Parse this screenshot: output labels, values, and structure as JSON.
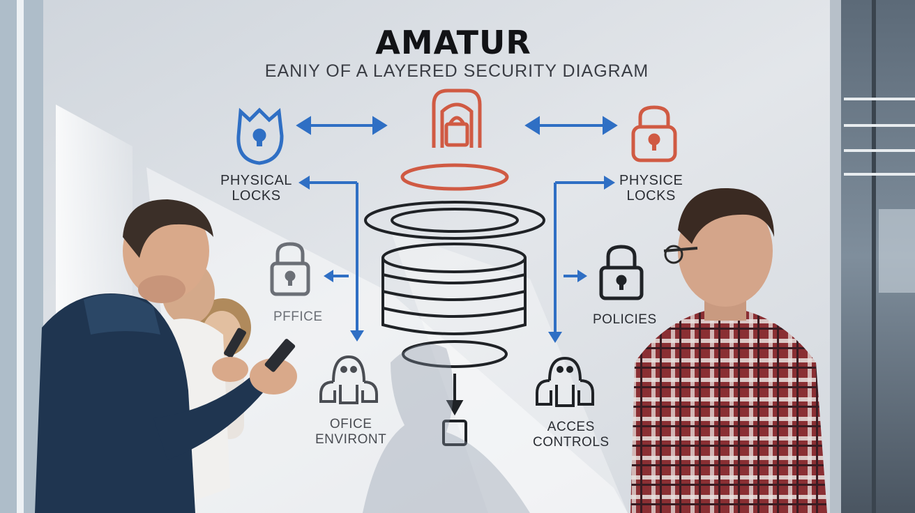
{
  "wall": {
    "title": "AMATUR",
    "subtitle": "EANIY OF A LAYERED SECURITY DIAGRAM",
    "labels": {
      "left_top": [
        "PHYSICAL",
        "LOCKS"
      ],
      "right_top": [
        "PHYSICE",
        "LOCKS"
      ],
      "left_mid": [
        "PFFICE"
      ],
      "right_mid": [
        "POLICIES"
      ],
      "left_bottom": [
        "OFICE",
        "ENVIRONT"
      ],
      "right_bottom": [
        "ACCES",
        "CONTROLS"
      ]
    }
  },
  "colors": {
    "wall": "#dfe3e8",
    "blue_icon": "#2f6fc4",
    "red_icon": "#d05a43",
    "ink": "#1f2226",
    "arrow_blue": "#2f6fc4",
    "window_frame": "#9aa3ad"
  },
  "icons": [
    "blue-shield-lock-icon",
    "red-arch-lock-icon",
    "red-padlock-icon",
    "gray-padlock-icon",
    "black-padlock-icon",
    "octopus-icon",
    "database-stack-icon",
    "square-icon"
  ]
}
